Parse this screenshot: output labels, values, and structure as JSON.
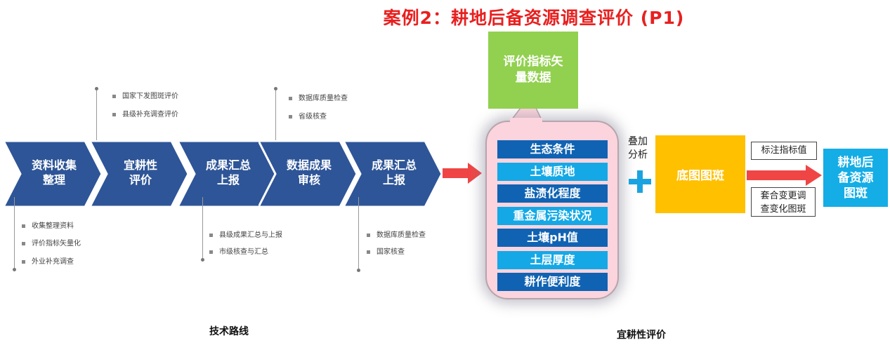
{
  "title": "案例2：耕地后备资源调查评价 (P1)",
  "process_steps": [
    "资料收集\n整理",
    "宜耕性\n评价",
    "成果汇总\n上报",
    "数据成果\n审核",
    "成果汇总\n上报"
  ],
  "notes": {
    "top_1": [
      "国家下发图斑评价",
      "县级补充调查评价"
    ],
    "top_2": [
      "数据库质量检查",
      "省级核查"
    ],
    "bottom_1": [
      "收集整理资料",
      "评价指标矢量化",
      "外业补充调查"
    ],
    "bottom_2": [
      "县级成果汇总与上报",
      "市级核查与汇总"
    ],
    "bottom_3": [
      "数据库质量检查",
      "国家核查"
    ]
  },
  "captions": {
    "left": "技术路线",
    "right": "宜耕性评价"
  },
  "vector_box": "评价指标矢\n量数据",
  "indicators": [
    "生态条件",
    "土壤质地",
    "盐渍化程度",
    "重金属污染状况",
    "土壤pH值",
    "土层厚度",
    "耕作便利度"
  ],
  "overlay_label": "叠加\n分析",
  "plus": "+",
  "base_box": "底图图斑",
  "label_annotate": "标注指标值",
  "label_overlay": "套合变更调\n查变化图斑",
  "result_box": "耕地后\n备资源\n图斑",
  "colors": {
    "chevron": "#2e5597",
    "green": "#92d050",
    "dark_blue": "#1063b3",
    "light_blue": "#14a9e6",
    "yellow": "#ffc000",
    "red": "#e8201f",
    "plus": "#1aa3e0"
  }
}
